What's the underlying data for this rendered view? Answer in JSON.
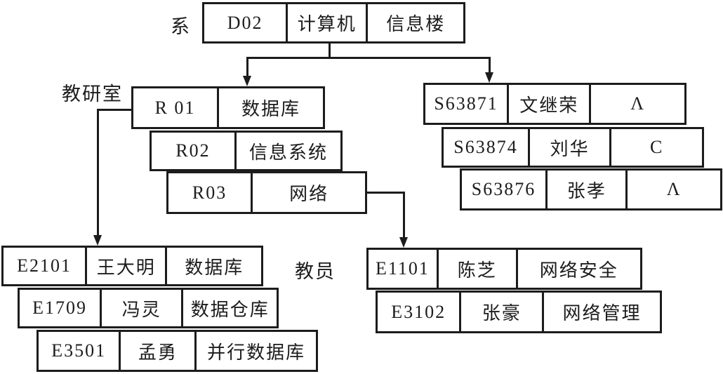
{
  "colors": {
    "line": "#1c1c1c",
    "background": "#ffffff"
  },
  "labels": {
    "department": "系",
    "research_office": "教研室",
    "teacher": "教员"
  },
  "records": {
    "dept": {
      "cells": [
        "D02",
        "计算机",
        "信息楼"
      ]
    },
    "r01": {
      "cells": [
        "R 01",
        "数据库"
      ]
    },
    "r02": {
      "cells": [
        "R02",
        "信息系统"
      ]
    },
    "r03": {
      "cells": [
        "R03",
        "网络"
      ]
    },
    "s1": {
      "cells": [
        "S63871",
        "文继荣",
        "Λ"
      ]
    },
    "s2": {
      "cells": [
        "S63874",
        "刘华",
        "C"
      ]
    },
    "s3": {
      "cells": [
        "S63876",
        "张孝",
        "Λ"
      ]
    },
    "e1": {
      "cells": [
        "E2101",
        "王大明",
        "数据库"
      ]
    },
    "e2": {
      "cells": [
        "E1709",
        "冯灵",
        "数据仓库"
      ]
    },
    "e3": {
      "cells": [
        "E3501",
        "孟勇",
        "并行数据库"
      ]
    },
    "t1": {
      "cells": [
        "E1101",
        "陈芝",
        "网络安全"
      ]
    },
    "t2": {
      "cells": [
        "E3102",
        "张豪",
        "网络管理"
      ]
    }
  }
}
